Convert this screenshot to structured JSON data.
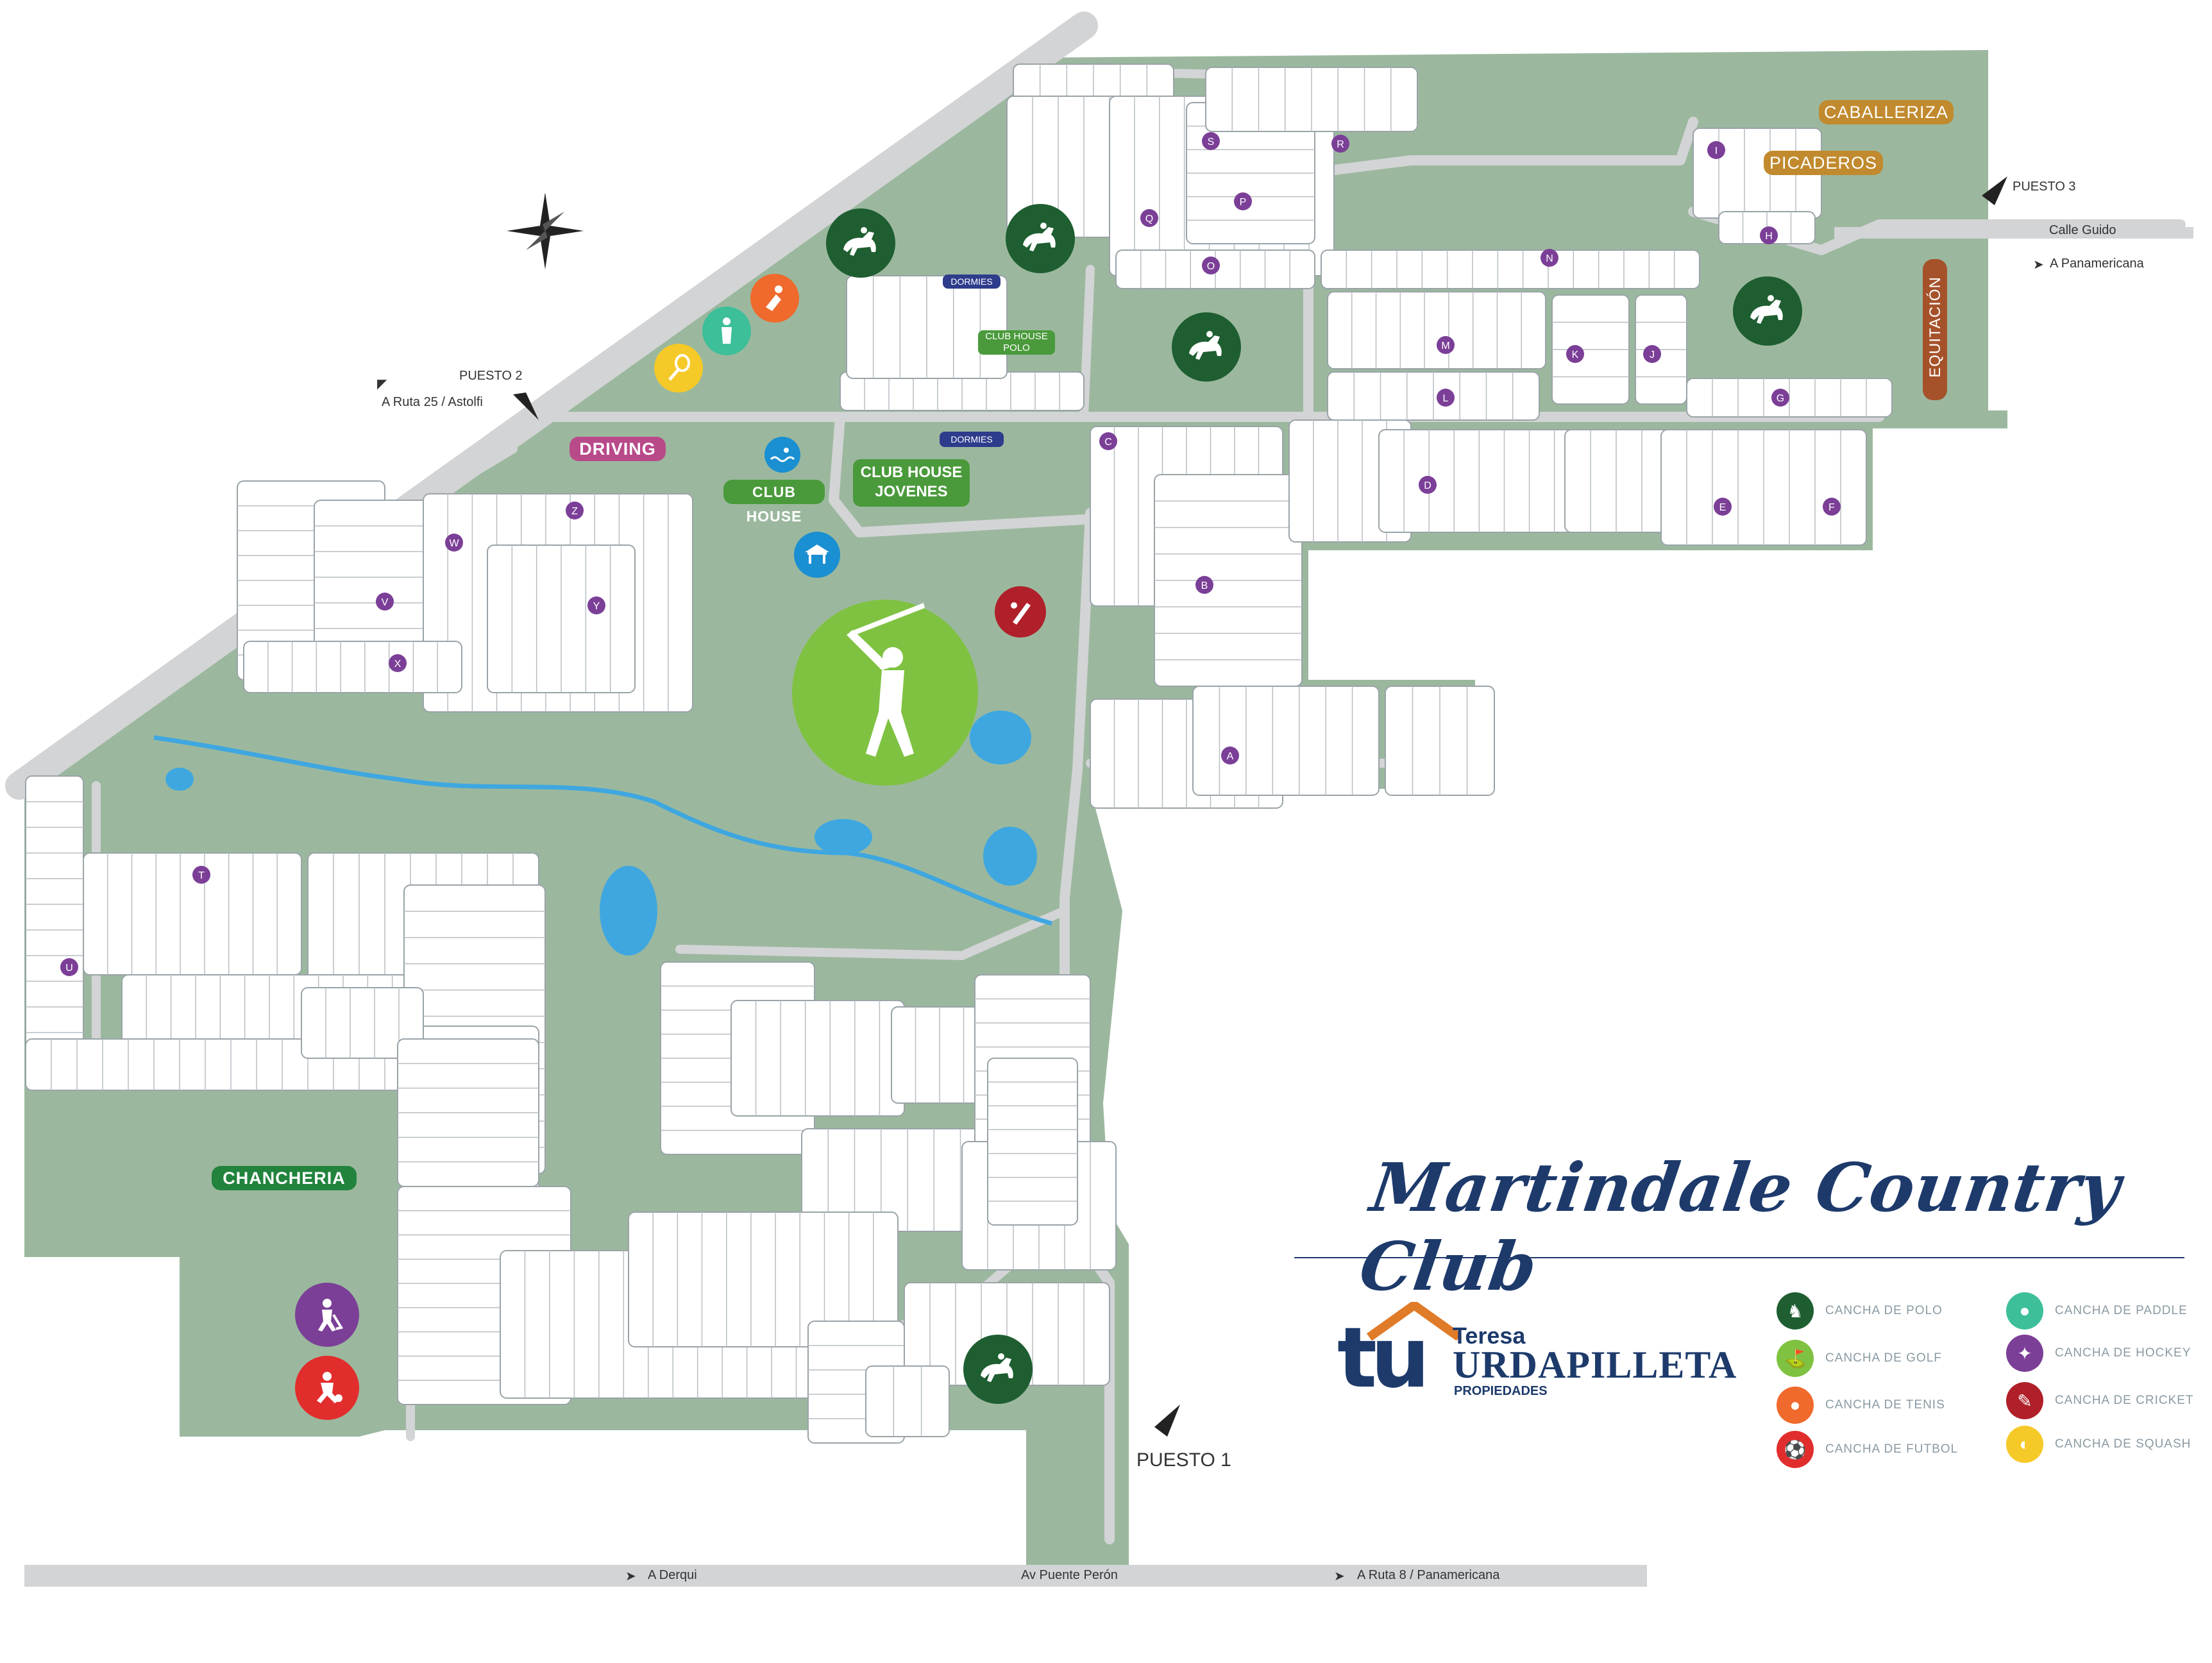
{
  "title": "Martindale Country Club",
  "brand": {
    "first": "Teresa",
    "last": "URDAPILLETA",
    "sub": "PROPIEDADES",
    "mark": "tu"
  },
  "gates": {
    "puesto1": "PUESTO 1",
    "puesto2": "PUESTO 2",
    "puesto3": "PUESTO 3"
  },
  "roads": {
    "ruta25": "A Ruta 25 / Astolfi",
    "calle_guido": "Calle Guido",
    "panamericana": "A Panamericana",
    "derqui": "A Derqui",
    "puente_peron": "Av Puente Perón",
    "ruta8": "A Ruta 8 /  Panamericana"
  },
  "places": {
    "driving": "DRIVING",
    "club_house": "CLUB HOUSE",
    "club_house_jovenes_1": "CLUB HOUSE",
    "club_house_jovenes_2": "JOVENES",
    "dormies_1": "DORMIES",
    "dormies_2": "DORMIES",
    "club_house_polo_1": "CLUB HOUSE",
    "club_house_polo_2": "POLO",
    "chancheria": "CHANCHERIA",
    "caballeriza": "CABALLERIZA",
    "picaderos": "PICADEROS",
    "equitacion": "EQUITACIÓN"
  },
  "sectors": [
    "A",
    "B",
    "C",
    "D",
    "E",
    "F",
    "G",
    "H",
    "I",
    "J",
    "K",
    "L",
    "M",
    "N",
    "O",
    "P",
    "Q",
    "R",
    "S",
    "T",
    "U",
    "V",
    "W",
    "X",
    "Y",
    "Z"
  ],
  "legend": [
    {
      "label": "CANCHA DE POLO",
      "color": "#1e5e30",
      "icon": "polo-icon"
    },
    {
      "label": "CANCHA DE GOLF",
      "color": "#7fc242",
      "icon": "golf-icon"
    },
    {
      "label": "CANCHA DE TENIS",
      "color": "#ef6a2c",
      "icon": "tennis-icon"
    },
    {
      "label": "CANCHA DE FUTBOL",
      "color": "#e22d2d",
      "icon": "football-icon"
    },
    {
      "label": "CANCHA DE PADDLE",
      "color": "#3dbf9a",
      "icon": "paddle-icon"
    },
    {
      "label": "CANCHA DE HOCKEY",
      "color": "#7b3f97",
      "icon": "hockey-icon"
    },
    {
      "label": "CANCHA DE CRICKET",
      "color": "#b0202a",
      "icon": "cricket-icon"
    },
    {
      "label": "CANCHA DE SQUASH",
      "color": "#f5c928",
      "icon": "squash-icon"
    }
  ],
  "colors": {
    "grass": "#9bb89e",
    "road": "#d3d4d6",
    "lot": "#ffffff",
    "lot_stroke": "#9aa3a8",
    "water": "#3fa7e0",
    "sector_marker": "#7b3f97",
    "title": "#1d3a6b",
    "orange_brand": "#e07b2a"
  }
}
